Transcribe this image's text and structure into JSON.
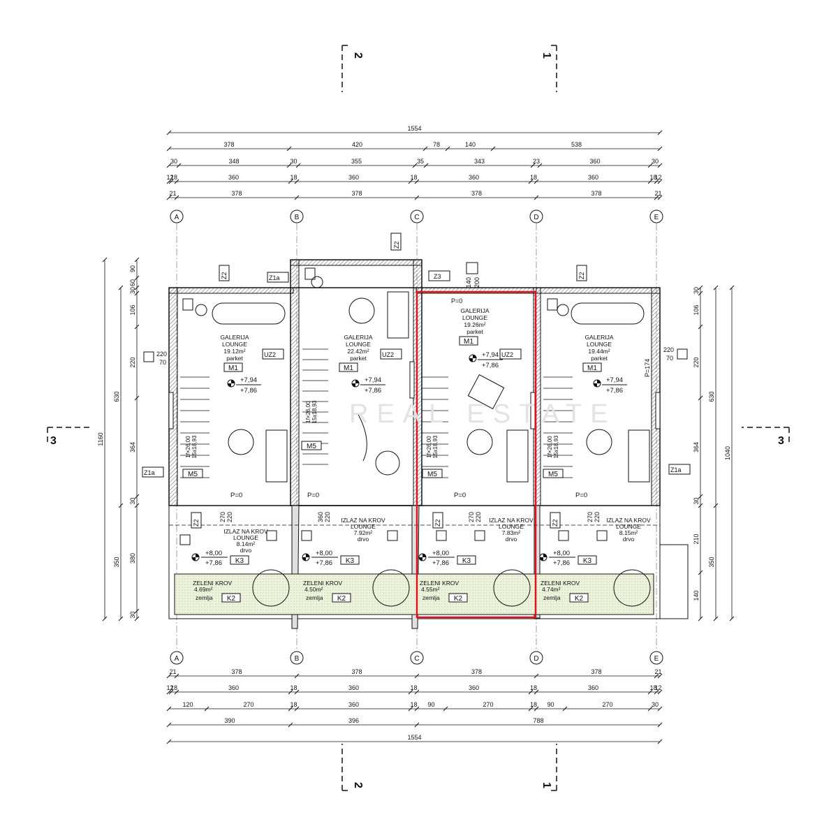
{
  "colors": {
    "line": "#111111",
    "highlight": "#e0141e",
    "green_roof": "#eef3dc",
    "wall_fill": "#cfcfcf"
  },
  "section_marks": {
    "s1": "1",
    "s2": "2",
    "s3": "3"
  },
  "axes": [
    "A",
    "B",
    "C",
    "D",
    "E"
  ],
  "top_dims": {
    "total": "1554",
    "row1": [
      "378",
      "420",
      "78",
      "140",
      "538"
    ],
    "row2": [
      "30",
      "348",
      "30",
      "355",
      "35",
      "343",
      "23",
      "360",
      "30"
    ],
    "row3": [
      "12",
      "18",
      "360",
      "18",
      "360",
      "18",
      "360",
      "18",
      "360",
      "18",
      "12"
    ],
    "row4": [
      "21",
      "378",
      "378",
      "378",
      "378",
      "21"
    ]
  },
  "bottom_dims": {
    "row1": [
      "21",
      "378",
      "378",
      "378",
      "378",
      "21"
    ],
    "row2": [
      "12",
      "18",
      "360",
      "18",
      "360",
      "18",
      "360",
      "18",
      "360",
      "18",
      "12"
    ],
    "row3": [
      "120",
      "270",
      "18",
      "360",
      "18",
      "90",
      "270",
      "18",
      "90",
      "270",
      "30"
    ],
    "row4": [
      "390",
      "396",
      "788"
    ],
    "total": "1554"
  },
  "left_dims": {
    "outer": "1160",
    "mid": [
      "630",
      "350"
    ],
    "inner": [
      "90",
      "60",
      "30",
      "106",
      "220",
      "364",
      "30",
      "380",
      "30"
    ]
  },
  "right_dims": {
    "outer": "1040",
    "mid": [
      "630",
      "350"
    ],
    "inner": [
      "30",
      "106",
      "220",
      "364",
      "30",
      "210",
      "140"
    ]
  },
  "units": [
    {
      "name": "GALERIJA",
      "type": "LOUNGE",
      "area": "19.12m²",
      "floor": "parket",
      "tag": "M1",
      "lvl1": "+7,94",
      "lvl2": "+7,86",
      "stair1": "1f×26,00",
      "stair2": "15x18,93",
      "stair_tag": "M5",
      "p": "P=0",
      "terrace_name": "IZLAZ NA KROV",
      "terrace_type": "LOUNGE",
      "terrace_area": "8.14m²",
      "terrace_floor": "drvo",
      "terrace_tag": "K3",
      "terrace_lvl1": "+8,00",
      "terrace_lvl2": "+7,86",
      "green_name": "ZELENI KROV",
      "green_area": "4.69m²",
      "green_floor": "zemlja",
      "green_tag": "K2"
    },
    {
      "name": "GALERIJA",
      "type": "LOUNGE",
      "area": "22.42m²",
      "floor": "parket",
      "tag": "M1",
      "lvl1": "+7,94",
      "lvl2": "+7,86",
      "stair1": "1f×26,00",
      "stair2": "15x18,93",
      "stair_tag": "M5",
      "p": "P=0",
      "terrace_name": "IZLAZ NA KROV",
      "terrace_type": "LOUNGE",
      "terrace_area": "7.92m²",
      "terrace_floor": "drvo",
      "terrace_tag": "K3",
      "terrace_lvl1": "+8,00",
      "terrace_lvl2": "+7,86",
      "green_name": "ZELENI KROV",
      "green_area": "4.50m²",
      "green_floor": "zemlja",
      "green_tag": "K2"
    },
    {
      "name": "GALERIJA",
      "type": "LOUNGE",
      "area": "19.26m²",
      "floor": "parket",
      "tag": "M1",
      "lvl1": "+7,94",
      "lvl2": "+7,86",
      "stair1": "1f×26,00",
      "stair2": "15x18,93",
      "stair_tag": "M5",
      "p": "P=0",
      "terrace_name": "IZLAZ NA KROV",
      "terrace_type": "LOUNGE",
      "terrace_area": "7.83m²",
      "terrace_floor": "drvo",
      "terrace_tag": "K3",
      "terrace_lvl1": "+8,00",
      "terrace_lvl2": "+7,86",
      "green_name": "ZELENI KROV",
      "green_area": "4.55m²",
      "green_floor": "zemlja",
      "green_tag": "K2"
    },
    {
      "name": "GALERIJA",
      "type": "LOUNGE",
      "area": "19.44m²",
      "floor": "parket",
      "tag": "M1",
      "lvl1": "+7,94",
      "lvl2": "+7,86",
      "stair1": "1f×26,00",
      "stair2": "15x18,93",
      "stair_tag": "M5",
      "p": "P=0",
      "terrace_name": "IZLAZ NA KROV",
      "terrace_type": "LOUNGE",
      "terrace_area": "8.15m²",
      "terrace_floor": "drvo",
      "terrace_tag": "K3",
      "terrace_lvl1": "+8,00",
      "terrace_lvl2": "+7,86",
      "green_name": "ZELENI KROV",
      "green_area": "4.74m²",
      "green_floor": "zemlja",
      "green_tag": "K2"
    }
  ],
  "tags": {
    "z1a": "Z1a",
    "z2": "Z2",
    "z3": "Z3",
    "uz2": "UZ2",
    "box220": "220",
    "box70": "70",
    "p174": "P=174",
    "win270": "270",
    "win220": "220",
    "win360": "360",
    "p0": "P=0",
    "w140": "140",
    "w200": "200"
  },
  "watermark": "REAL ESTATE"
}
